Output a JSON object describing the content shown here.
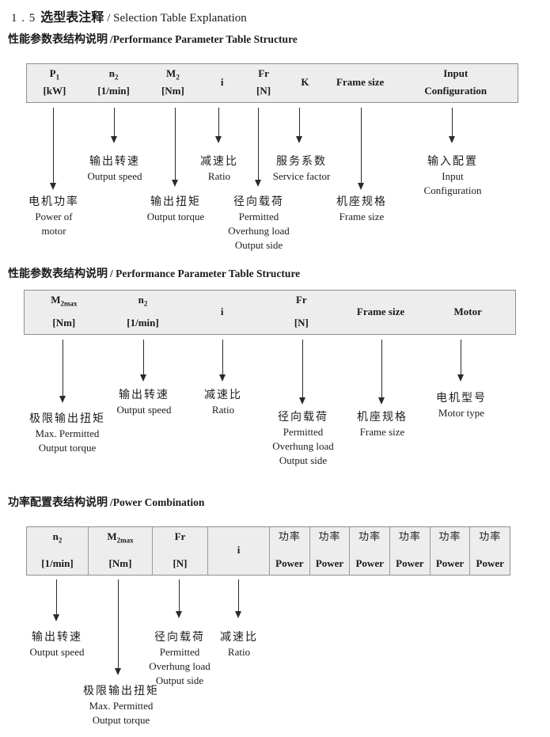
{
  "title": {
    "number": "1 . 5",
    "zh": "选型表注释",
    "en": "/  Selection Table Explanation"
  },
  "section1": {
    "heading": {
      "zh": "性能参数表结构说明",
      "en": "/Performance Parameter Table Structure"
    },
    "table": {
      "cells": [
        {
          "base": "P",
          "sub": "1",
          "line2": "[kW]"
        },
        {
          "base": "n",
          "sub": "2",
          "line2": "[1/min]"
        },
        {
          "base": "M",
          "sub": "2",
          "line2": "[Nm]"
        },
        {
          "base": "i"
        },
        {
          "base": "Fr",
          "line2": "[N]"
        },
        {
          "base": "K"
        },
        {
          "base": "Frame size"
        },
        {
          "base": "Input",
          "line2": "Configuration"
        }
      ]
    },
    "labels": [
      {
        "lines": [
          "电机功率",
          "Power of",
          "motor"
        ]
      },
      {
        "lines": [
          "输出转速",
          "Output speed"
        ]
      },
      {
        "lines": [
          "输出扭矩",
          "Output torque"
        ]
      },
      {
        "lines": [
          "减速比",
          "Ratio"
        ]
      },
      {
        "lines": [
          "径向载荷",
          "Permitted",
          "Overhung load",
          "Output side"
        ]
      },
      {
        "lines": [
          "服务系数",
          "Service factor"
        ]
      },
      {
        "lines": [
          "机座规格",
          "Frame size"
        ]
      },
      {
        "lines": [
          "输入配置",
          "Input",
          "Configuration"
        ]
      }
    ]
  },
  "section2": {
    "heading": {
      "zh": "性能参数表结构说明",
      "en": "/ Performance Parameter Table Structure"
    },
    "table": {
      "cells": [
        {
          "base": "M",
          "sub": "2max",
          "line2": "[Nm]"
        },
        {
          "base": "n",
          "sub": "2",
          "line2": "[1/min]"
        },
        {
          "base": "i"
        },
        {
          "base": "Fr",
          "line2": "[N]"
        },
        {
          "base": "Frame size"
        },
        {
          "base": "Motor"
        }
      ]
    },
    "labels": [
      {
        "lines": [
          "极限输出扭矩",
          "Max. Permitted",
          "Output torque"
        ]
      },
      {
        "lines": [
          "输出转速",
          "Output speed"
        ]
      },
      {
        "lines": [
          "减速比",
          "Ratio"
        ]
      },
      {
        "lines": [
          "径向载荷",
          "Permitted",
          "Overhung load",
          "Output side"
        ]
      },
      {
        "lines": [
          "机座规格",
          "Frame size"
        ]
      },
      {
        "lines": [
          "电机型号",
          "Motor type"
        ]
      }
    ]
  },
  "section3": {
    "heading": {
      "zh": "功率配置表结构说明",
      "en": "/Power Combination"
    },
    "table": {
      "cells": [
        {
          "base": "n",
          "sub": "2",
          "line2": "[1/min]"
        },
        {
          "base": "M",
          "sub": "2max",
          "line2": "[Nm]"
        },
        {
          "base": "Fr",
          "line2": "[N]"
        },
        {
          "base": "i"
        }
      ],
      "power_columns": [
        {
          "zh": "功率",
          "en": "Power"
        },
        {
          "zh": "功率",
          "en": "Power"
        },
        {
          "zh": "功率",
          "en": "Power"
        },
        {
          "zh": "功率",
          "en": "Power"
        },
        {
          "zh": "功率",
          "en": "Power"
        },
        {
          "zh": "功率",
          "en": "Power"
        }
      ]
    },
    "labels": [
      {
        "lines": [
          "输出转速",
          "Output speed"
        ]
      },
      {
        "lines": [
          "极限输出扭矩",
          "Max. Permitted",
          "Output torque"
        ]
      },
      {
        "lines": [
          "径向载荷",
          "Permitted",
          "Overhung load",
          "Output side"
        ]
      },
      {
        "lines": [
          "减速比",
          "Ratio"
        ]
      }
    ]
  }
}
